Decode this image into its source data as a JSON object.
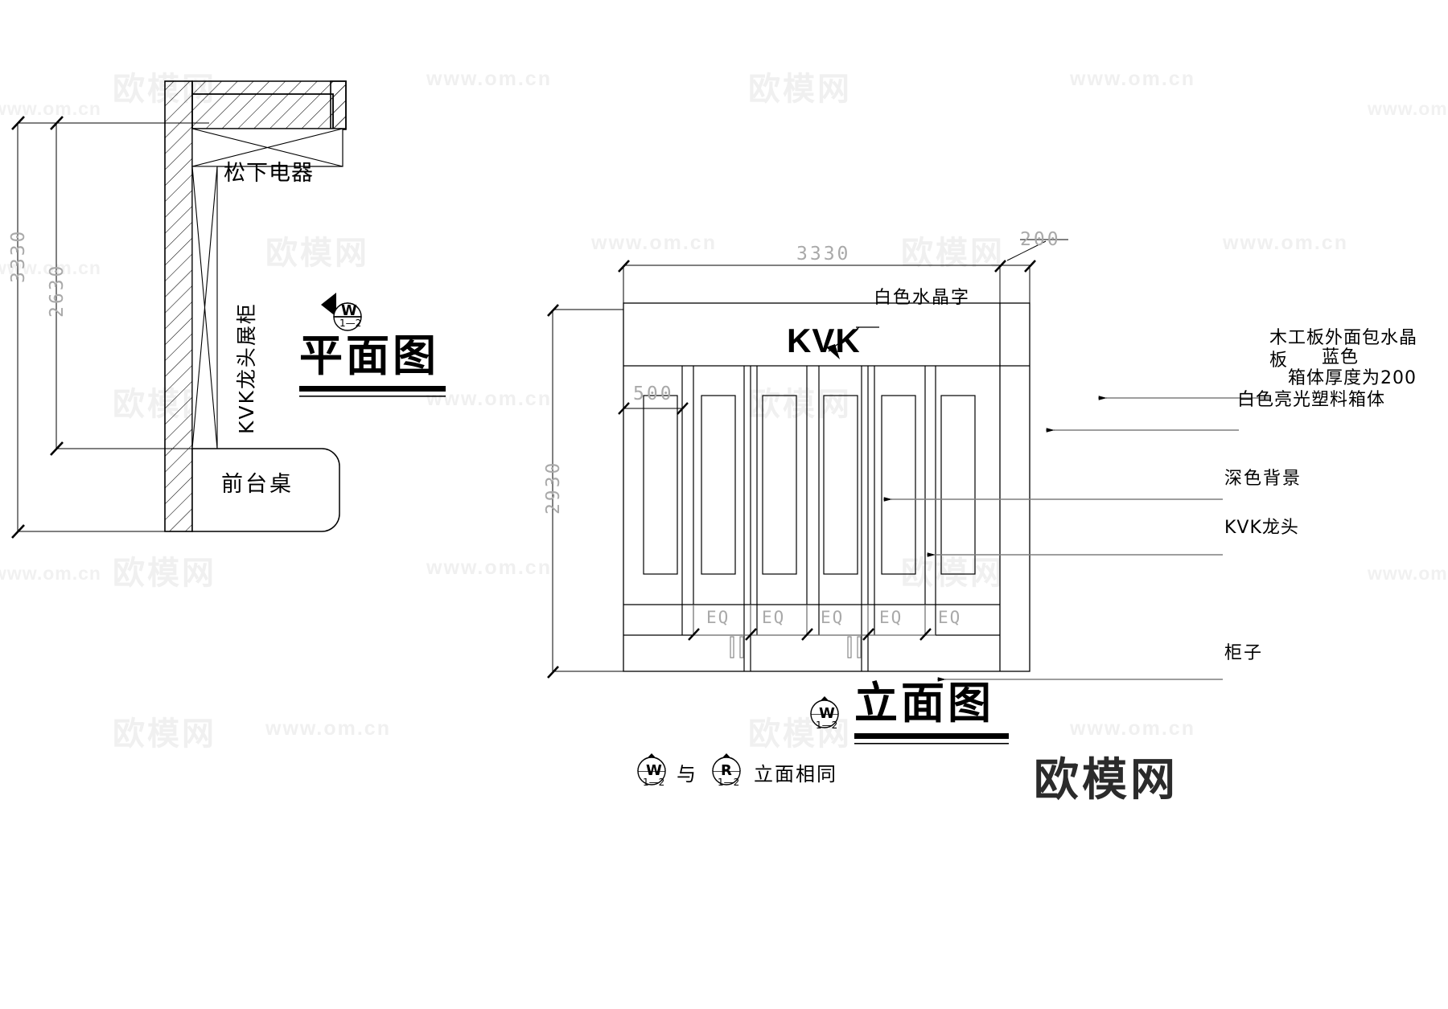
{
  "drawing": {
    "sheet_title": "KVK 龙头展柜 平面图 / 立面图",
    "watermark_brand": "欧模网",
    "watermark_url_1": "www.om.cn",
    "watermark_url_2": "欧模网"
  },
  "plan": {
    "title": "平面图",
    "dim_total": "3330",
    "dim_inner": "2630",
    "label_appliance": "松下电器",
    "label_cabinet": "KVK龙头展柜",
    "label_desk": "前台桌",
    "compass": {
      "letter": "W",
      "sub": "1—2"
    }
  },
  "elevation": {
    "title": "立面图",
    "dim_width": "3330",
    "dim_height": "2930",
    "dim_left_panel": "500",
    "dim_side": "200",
    "sign_text": "KVK",
    "eq_marks": [
      "EQ",
      "EQ",
      "EQ",
      "EQ",
      "EQ"
    ],
    "compass": {
      "letter": "W",
      "sub": "1—2"
    },
    "annotations": [
      {
        "id": "crystal-letters",
        "text": "白色水晶字"
      },
      {
        "id": "board-wrap",
        "text": "木工板外面包水晶"
      },
      {
        "id": "board-wrap-2",
        "text": "板"
      },
      {
        "id": "board-color",
        "text": "蓝色"
      },
      {
        "id": "box-thickness",
        "text": "箱体厚度为200"
      },
      {
        "id": "plastic-box",
        "text": "白色亮光塑料箱体"
      },
      {
        "id": "dark-background",
        "text": "深色背景"
      },
      {
        "id": "kvk-faucet",
        "text": "KVK龙头"
      },
      {
        "id": "cabinet",
        "text": "柜子"
      }
    ]
  },
  "legend": {
    "left_compass": {
      "letter": "W",
      "sub": "1—2"
    },
    "conjunction": "与",
    "right_compass": {
      "letter": "R",
      "sub": "1—2"
    },
    "note": "立面相同"
  },
  "colors": {
    "line": "#000000",
    "thin_line": "#7f7f7f",
    "dim_text": "#a9a9a9",
    "watermark": "#f0f0f0",
    "brand": "#2b2b2b"
  }
}
